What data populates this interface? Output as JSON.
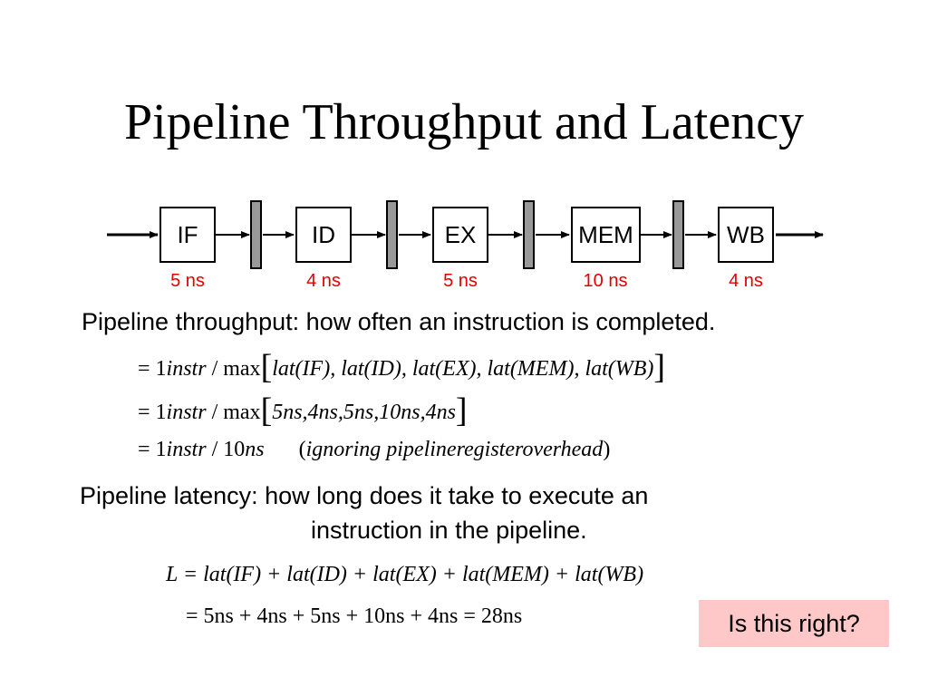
{
  "title": "Pipeline Throughput and Latency",
  "pipeline": {
    "stages": [
      {
        "name": "IF",
        "latency": "5 ns"
      },
      {
        "name": "ID",
        "latency": "4 ns"
      },
      {
        "name": "EX",
        "latency": "5 ns"
      },
      {
        "name": "MEM",
        "latency": "10 ns"
      },
      {
        "name": "WB",
        "latency": "4 ns"
      }
    ]
  },
  "throughput": {
    "heading": "Pipeline throughput: how often an instruction is completed.",
    "eq1_prefix": "= 1",
    "eq1_instr": "instr",
    "eq1_div": " / max",
    "eq1_body": "lat(IF), lat(ID), lat(EX), lat(MEM), lat(WB)",
    "eq2_prefix": "= 1",
    "eq2_instr": "instr",
    "eq2_div": " / max",
    "eq2_body": "5ns,4ns,5ns,10ns,4ns",
    "eq3_prefix": "= 1",
    "eq3_instr": "instr",
    "eq3_div": " / 10",
    "eq3_unit": "ns",
    "eq3_note": "ignoring pipelineregisteroverhead"
  },
  "latency": {
    "heading": "Pipeline latency: how long does it take to execute an",
    "heading_cont": "instruction in the pipeline.",
    "eq1": "L = lat(IF) + lat(ID) + lat(EX) + lat(MEM) + lat(WB)",
    "eq2": "= 5ns + 4ns + 5ns + 10ns + 4ns = 28ns"
  },
  "callout": "Is this right?",
  "colors": {
    "latency_text": "#e00000",
    "callout_bg": "#ffc8c8",
    "register": "#999999"
  }
}
